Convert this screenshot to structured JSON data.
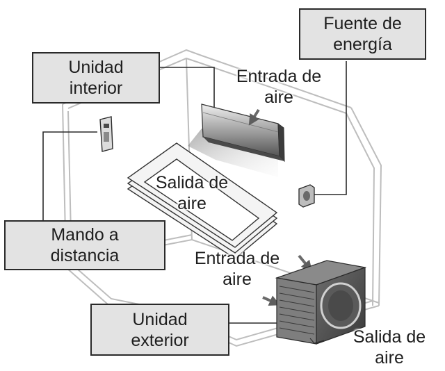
{
  "labels": {
    "unidad_interior": [
      "Unidad",
      "interior"
    ],
    "fuente_energia": [
      "Fuente de",
      "energía"
    ],
    "mando_distancia": [
      "Mando a",
      "distancia"
    ],
    "unidad_exterior": [
      "Unidad",
      "exterior"
    ],
    "entrada_aire_top": [
      "Entrada de",
      "aire"
    ],
    "salida_aire_center": [
      "Salida de",
      "aire"
    ],
    "entrada_aire_bottom": [
      "Entrada de",
      "aire"
    ],
    "salida_aire_bottom": [
      "Salida de",
      "aire"
    ]
  },
  "colors": {
    "box_fill": "#e3e3e3",
    "outline": "#2a2a2a",
    "room_line": "#bdbdbd",
    "unit_dark": "#4a4a4a",
    "arrow": "#6a6a6a"
  }
}
